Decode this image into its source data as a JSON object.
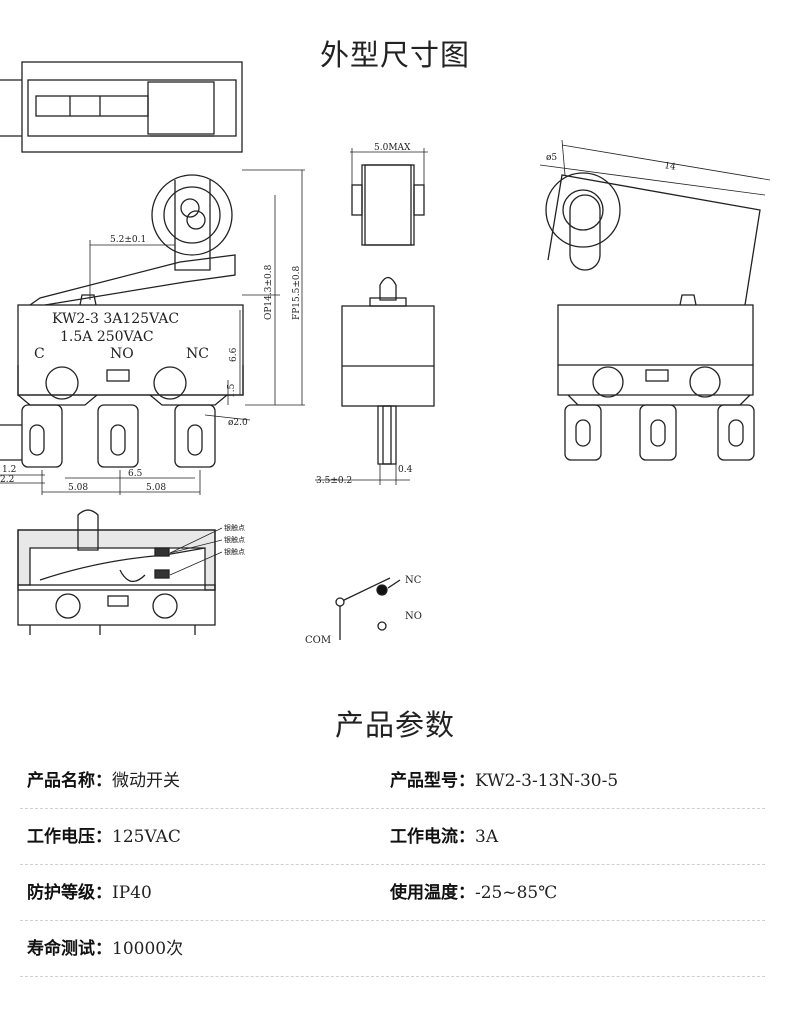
{
  "sections": {
    "dimension_title": "外型尺寸图",
    "params_title": "产品参数"
  },
  "drawing_labels": {
    "model_line1": "KW2-3 3A125VAC",
    "model_line2": "1.5A 250VAC",
    "pin_c": "C",
    "pin_no": "NO",
    "pin_nc": "NC",
    "dim_52": "5.2±0.1",
    "dim_op": "OP14.3±0.8",
    "dim_fp": "FP15.5±0.8",
    "dim_66": "6.6",
    "dim_15": "1.5",
    "dim_hole": "ø2.0",
    "dim_12": "1.2",
    "dim_22": "2.2",
    "dim_65": "6.5",
    "dim_508a": "5.08",
    "dim_508b": "5.08",
    "dim_50max": "5.0MAX",
    "dim_35": "3.5±0.2",
    "dim_04": "0.4",
    "dim_phi5": "ø5",
    "dim_14": "14",
    "contact_a": "银触点",
    "contact_b": "银触点",
    "contact_c": "银触点",
    "schem_nc": "NC",
    "schem_no": "NO",
    "schem_com": "COM"
  },
  "params": [
    {
      "label": "产品名称：",
      "value": "微动开关"
    },
    {
      "label": "产品型号：",
      "value": "KW2-3-13N-30-5"
    },
    {
      "label": "工作电压：",
      "value": "125VAC"
    },
    {
      "label": "工作电流：",
      "value": "3A"
    },
    {
      "label": "防护等级：",
      "value": "IP40"
    },
    {
      "label": "使用温度：",
      "value": "-25~85℃"
    },
    {
      "label": "寿命测试：",
      "value": "10000次"
    }
  ]
}
